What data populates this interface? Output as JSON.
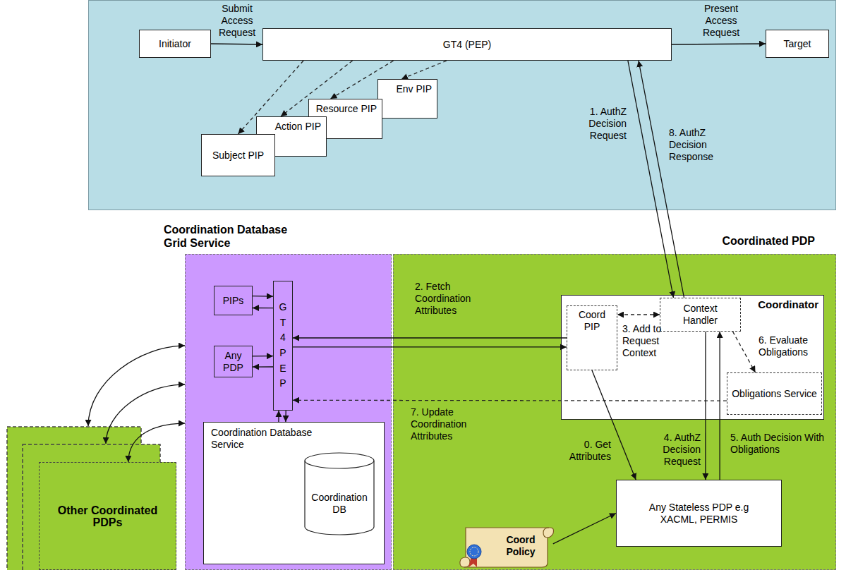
{
  "diagram": {
    "nodes": [
      {
        "text": [
          "Initiator"
        ]
      },
      {
        "text": [
          "GT4 (PEP)"
        ]
      },
      {
        "text": [
          "Target"
        ]
      },
      {
        "text": [
          "Env PIP"
        ]
      },
      {
        "text": [
          "Resource PIP"
        ]
      },
      {
        "text": [
          "Action PIP"
        ]
      },
      {
        "text": [
          "Subject PIP"
        ]
      },
      {
        "text": [
          "Coordination Database Grid Service"
        ]
      },
      {
        "text": [
          "PIPs"
        ],
        "in": 7
      },
      {
        "text": [
          "GT4 PEP"
        ],
        "in": 7
      },
      {
        "text": [
          "Any PDP"
        ],
        "in": 7
      },
      {
        "text": [
          "Coordination Database Service"
        ],
        "in": 7
      },
      {
        "text": [
          "Coordination DB"
        ],
        "in": 11
      },
      {
        "text": [
          "Coordinated PDP"
        ]
      },
      {
        "text": [
          "Coordinator"
        ],
        "in": 13
      },
      {
        "text": [
          "Coord PIP"
        ],
        "in": 14
      },
      {
        "text": [
          "Context Handler"
        ],
        "in": 14
      },
      {
        "text": [
          "Obligations Service"
        ],
        "in": 14
      },
      {
        "text": [
          "Any Stateless PDP e.g XACML, PERMIS"
        ],
        "in": 13
      },
      {
        "text": [
          "Coord Policy"
        ],
        "in": 13
      },
      {
        "text": [
          "Other Coordinated PDPs"
        ]
      }
    ],
    "edges": [
      {
        "from": 0,
        "to": 1,
        "arrow": "to",
        "label": "Submit Access Request"
      },
      {
        "from": 1,
        "to": 2,
        "arrow": "to",
        "label": "Present Access Request"
      },
      {
        "from": 1,
        "to": 6,
        "arrow": "to"
      },
      {
        "from": 1,
        "to": 5,
        "arrow": "to"
      },
      {
        "from": 1,
        "to": 4,
        "arrow": "to"
      },
      {
        "from": 1,
        "to": 3,
        "arrow": "to"
      },
      {
        "from": 1,
        "to": 16,
        "arrow": "to",
        "label": "1. AuthZ Decision Request"
      },
      {
        "from": 16,
        "to": 1,
        "arrow": "to",
        "label": "8. AuthZ Decision Response"
      },
      {
        "from": 8,
        "to": 9,
        "arrow": "to"
      },
      {
        "from": 9,
        "to": 8,
        "arrow": "to"
      },
      {
        "from": 10,
        "to": 9,
        "arrow": "to"
      },
      {
        "from": 9,
        "to": 10,
        "arrow": "to"
      },
      {
        "from": 9,
        "to": 11,
        "arrow": "to"
      },
      {
        "from": 11,
        "to": 9,
        "arrow": "to"
      },
      {
        "from": 15,
        "to": 9,
        "arrow": "to",
        "label": "2. Fetch Coordination Attributes"
      },
      {
        "from": 9,
        "to": 15,
        "arrow": "to"
      },
      {
        "from": 16,
        "to": 15,
        "arrow": "both",
        "label": "3. Add to Request Context"
      },
      {
        "from": 16,
        "to": 17,
        "arrow": "to",
        "label": "6. Evaluate Obligations"
      },
      {
        "from": 17,
        "to": 9,
        "arrow": "to",
        "label": "7. Update Coordination Attributes"
      },
      {
        "from": 15,
        "to": 18,
        "arrow": "to",
        "label": "0. Get Attributes"
      },
      {
        "from": 16,
        "to": 18,
        "arrow": "to",
        "label": "4. AuthZ Decision Request"
      },
      {
        "from": 18,
        "to": 16,
        "arrow": "to",
        "label": "5. Auth Decision With Obligations"
      },
      {
        "from": 19,
        "to": 18,
        "arrow": "to"
      },
      {
        "from": 20,
        "to": 7,
        "arrow": "both"
      }
    ]
  }
}
